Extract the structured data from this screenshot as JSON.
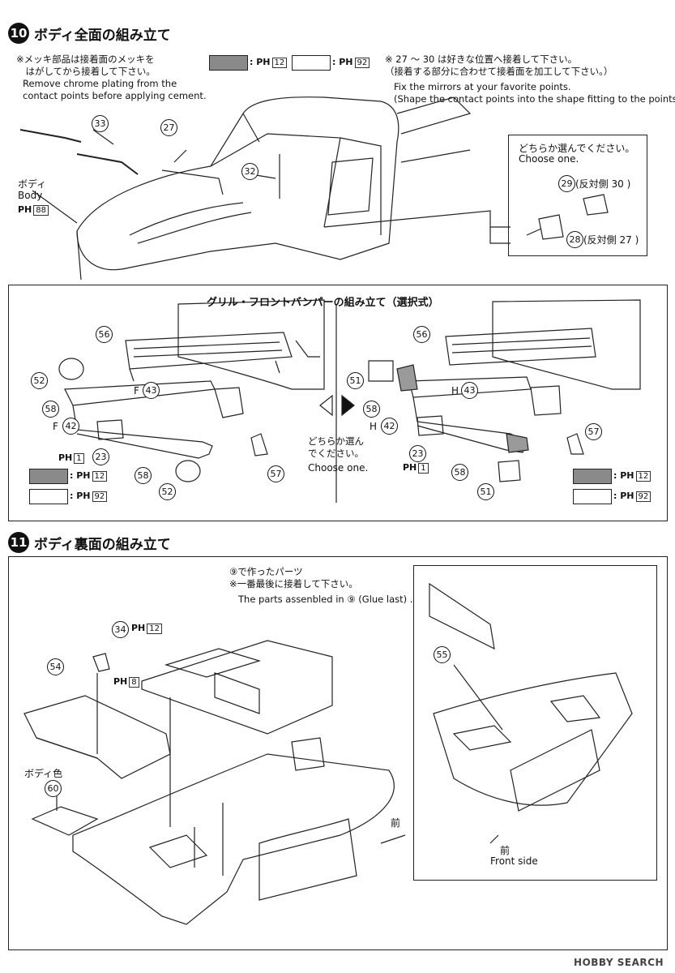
{
  "step10": {
    "number": "10",
    "title": "ボディ全面の組み立て",
    "chrome_note_jp": "※メッキ部品は接着面のメッキを\n　はがしてから接着して下さい。",
    "chrome_note_en": "Remove chrome plating from the\ncontact points before applying cement.",
    "legend_gray_code": "12",
    "legend_white_code": "92",
    "mirror_note_jp": "※ 27 ～ 30 は好きな位置へ接着して下さい。\n（接着する部分に合わせて接着面を加工して下さい。）",
    "mirror_note_en": "Fix the mirrors at your favorite points.\n(Shape the contact points into the shape fitting to the points.)",
    "body_label_jp": "ボディ",
    "body_label_en": "Body",
    "body_code": "88",
    "choose_jp": "どちらか選んでください。",
    "choose_en": "Choose one.",
    "mirror_a": "(反対側 30 )",
    "mirror_b": "(反対側 27 )",
    "grille_title": "グリル・フロントバンパーの組み立て（選択式）",
    "choose2_jp": "どちらか選ん\nでください。",
    "choose2_en": "Choose one.",
    "part_F": "F",
    "part_H": "H",
    "ph_code_1": "1",
    "parts": {
      "p23": "23",
      "p27": "27",
      "p28": "28",
      "p29": "29",
      "p30": "30",
      "p32": "32",
      "p33": "33",
      "p42": "42",
      "p43": "43",
      "p51": "51",
      "p52": "52",
      "p56": "56",
      "p57": "57",
      "p58": "58"
    }
  },
  "step11": {
    "number": "11",
    "title": "ボディ裏面の組み立て",
    "note_jp": "⑨で作ったパーツ\n※一番最後に接着して下さい。",
    "note_en": "The parts assenbled in ⑨ (Glue last) .",
    "body_color": "ボディ色",
    "front_jp": "前",
    "front_en": "Front side",
    "ph_12": "12",
    "ph_8": "8",
    "parts": {
      "p34": "34",
      "p54": "54",
      "p55": "55",
      "p60": "60"
    }
  },
  "ph_prefix": "PH",
  "watermark": "HOBBY SEARCH",
  "colors": {
    "gray_swatch": "#8a8a8a",
    "ink": "#111111"
  }
}
